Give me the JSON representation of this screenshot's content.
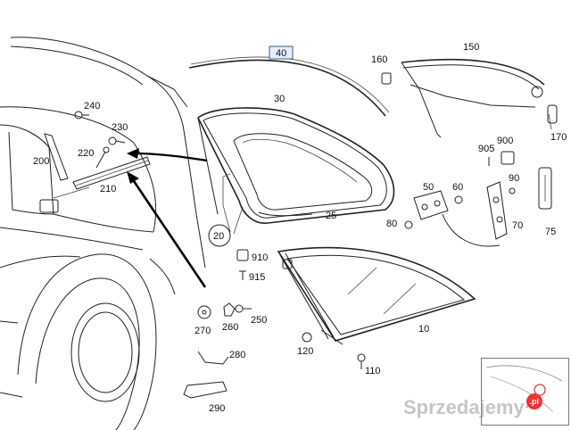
{
  "parts": [
    {
      "id": "p40",
      "label": "40",
      "boxed": true
    },
    {
      "id": "p30",
      "label": "30"
    },
    {
      "id": "p160",
      "label": "160"
    },
    {
      "id": "p150",
      "label": "150"
    },
    {
      "id": "p170",
      "label": "170"
    },
    {
      "id": "p240",
      "label": "240"
    },
    {
      "id": "p230",
      "label": "230"
    },
    {
      "id": "p220",
      "label": "220"
    },
    {
      "id": "p200",
      "label": "200"
    },
    {
      "id": "p210",
      "label": "210"
    },
    {
      "id": "p905",
      "label": "905"
    },
    {
      "id": "p900",
      "label": "900"
    },
    {
      "id": "p50",
      "label": "50"
    },
    {
      "id": "p60",
      "label": "60"
    },
    {
      "id": "p90",
      "label": "90"
    },
    {
      "id": "p80",
      "label": "80"
    },
    {
      "id": "p70",
      "label": "70"
    },
    {
      "id": "p75",
      "label": "75"
    },
    {
      "id": "p25",
      "label": "25"
    },
    {
      "id": "p20",
      "label": "20",
      "circled": true
    },
    {
      "id": "p910",
      "label": "910"
    },
    {
      "id": "p915",
      "label": "915"
    },
    {
      "id": "p270",
      "label": "270"
    },
    {
      "id": "p260",
      "label": "260"
    },
    {
      "id": "p250",
      "label": "250"
    },
    {
      "id": "p10",
      "label": "10"
    },
    {
      "id": "p120",
      "label": "120"
    },
    {
      "id": "p110",
      "label": "110"
    },
    {
      "id": "p280",
      "label": "280"
    },
    {
      "id": "p290",
      "label": "290"
    }
  ],
  "watermark": {
    "text": "Sprzedajemy",
    "badge": ".pl"
  }
}
